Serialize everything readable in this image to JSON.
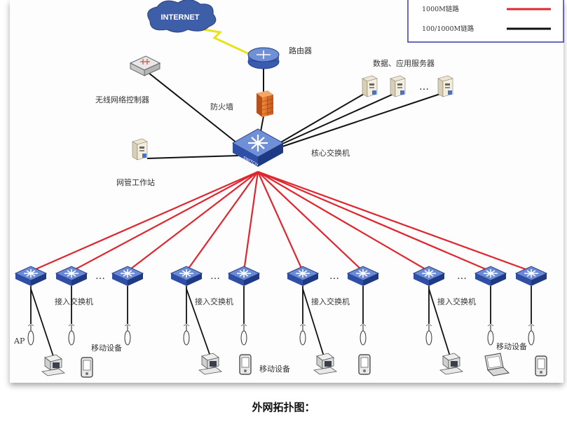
{
  "legend": {
    "gigabit_label": "1000M链路",
    "mixed_label": "100/1000M链路",
    "gigabit_color": "#e0262f",
    "mixed_color": "#111111"
  },
  "internet_label": "INTERNET",
  "router_label": "路由器",
  "firewall_label": "防火墙",
  "wireless_controller_label": "无线网络控制器",
  "servers_label": "数据、应用服务器",
  "core_switch_label": "核心交换机",
  "nms_label": "网管工作站",
  "access_switch_label": "接入交换机",
  "ap_label": "AP",
  "mobile_label": "移动设备",
  "ellipsis": "…",
  "caption": "外网拓扑图："
}
